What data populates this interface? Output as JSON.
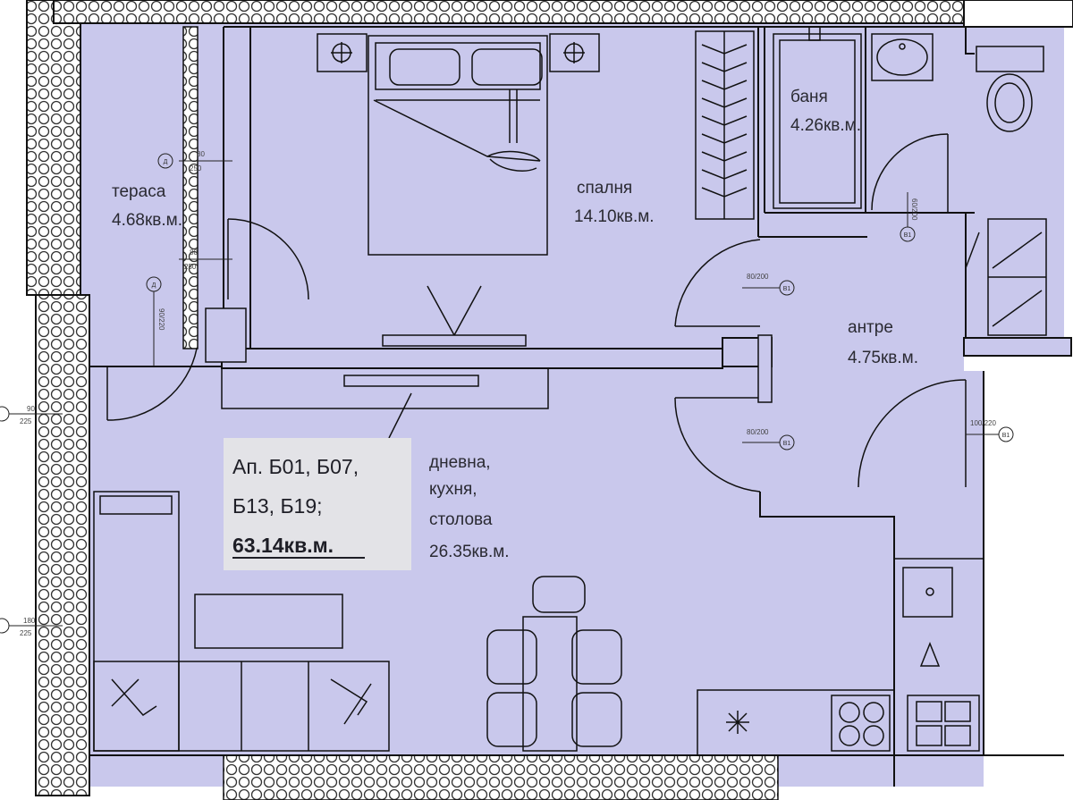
{
  "rooms": {
    "terrace": {
      "name": "тераса",
      "area": "4.68кв.м."
    },
    "bedroom": {
      "name": "спалня",
      "area": "14.10кв.м."
    },
    "bathroom": {
      "name": "баня",
      "area": "4.26кв.м."
    },
    "hall": {
      "name": "антре",
      "area": "4.75кв.м."
    },
    "living": {
      "name_line1": "дневна,",
      "name_line2": "кухня,",
      "name_line3": "столова",
      "area": "26.35кв.м."
    }
  },
  "info_box": {
    "line1": "Ап. Б01, Б07,",
    "line2": "Б13, Б19;",
    "total_area": "63.14кв.м."
  },
  "dimensions": {
    "win_terrace_1": {
      "top": "80",
      "bottom": "250"
    },
    "win_terrace_2": {
      "top": "80",
      "bottom": "250"
    },
    "win_left_1": {
      "top": "90",
      "bottom": "225"
    },
    "win_left_2": {
      "top": "180",
      "bottom": "225"
    },
    "door_terrace": "90/220",
    "door_bath": "60/200",
    "door_bedroom": "80/200",
    "door_living": "80/200",
    "door_entrance": "100/220"
  },
  "tags": {
    "d_terrace_1": "Д",
    "d_terrace_2": "Д",
    "b1_bath": "В1",
    "b1_bedroom": "В1",
    "b1_living": "В1",
    "b1_entrance": "В1"
  },
  "colors": {
    "floor": "#c9c8ec",
    "wall": "#111111",
    "background": "#ffffff"
  }
}
